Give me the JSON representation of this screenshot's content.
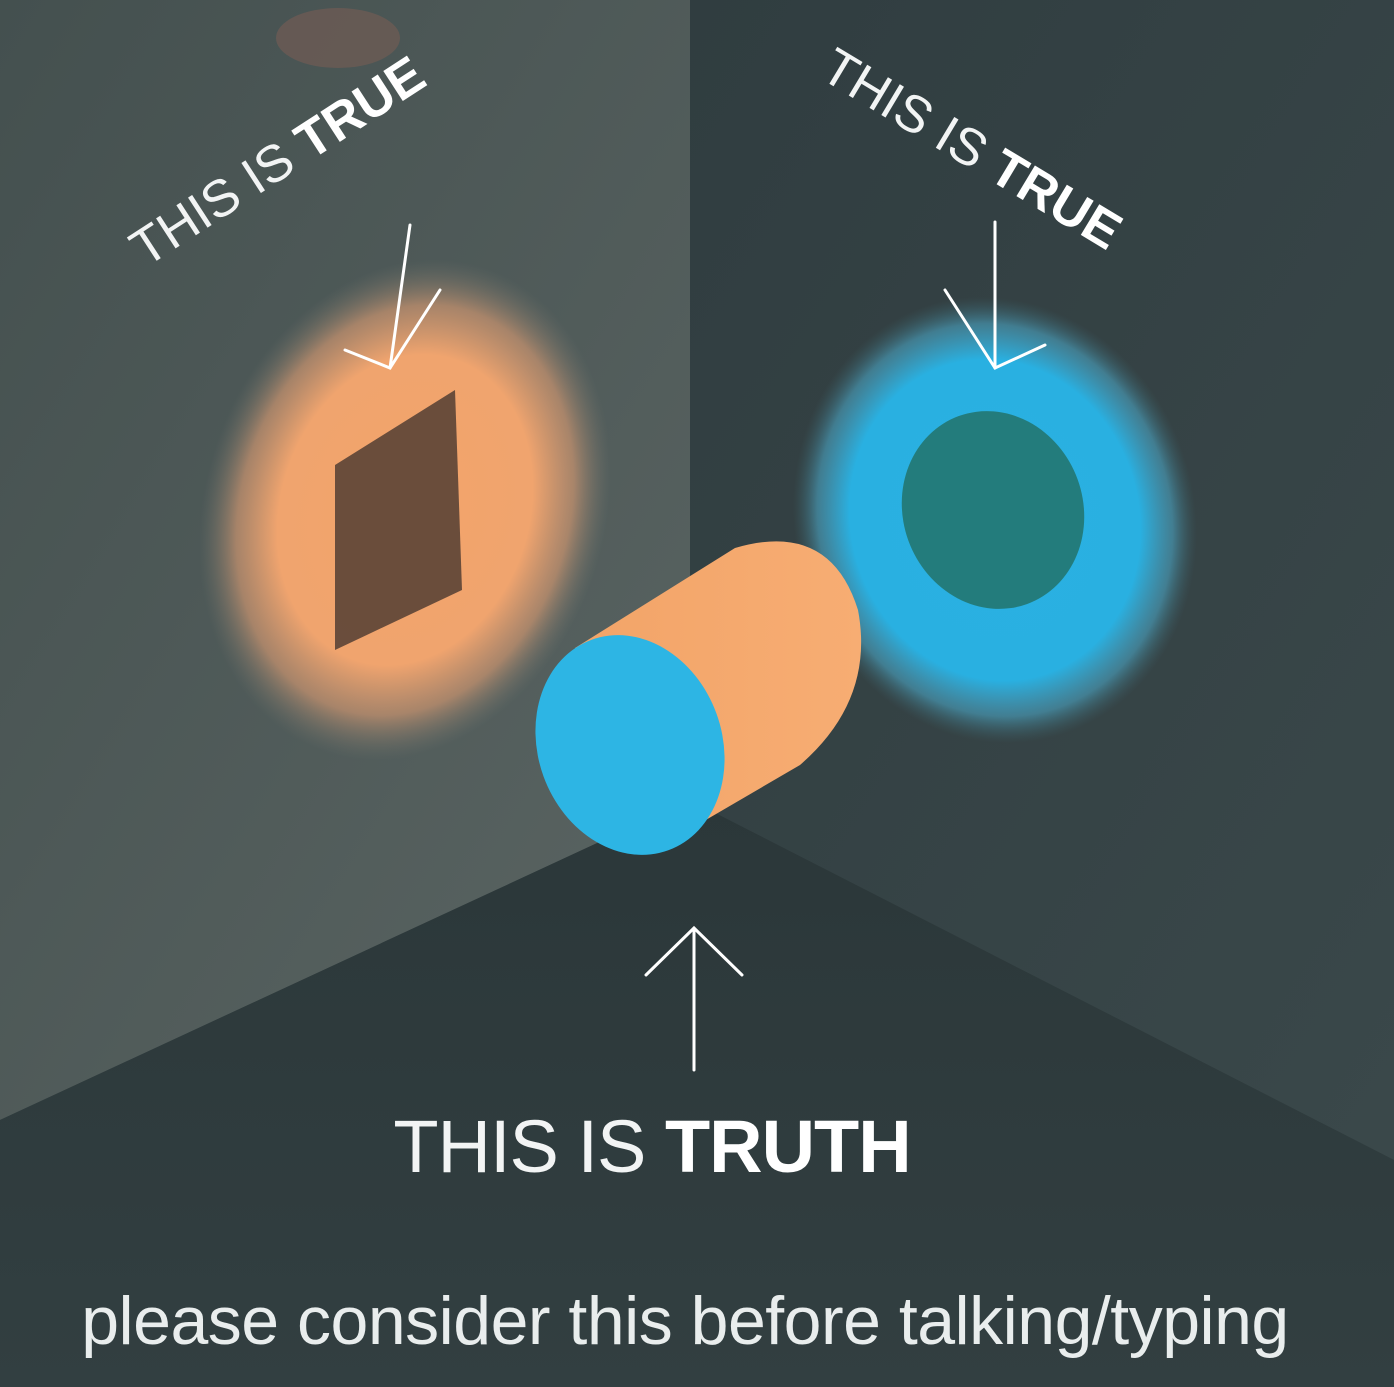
{
  "labels": {
    "left_prefix": "THIS IS ",
    "left_emphasis": "TRUE",
    "right_prefix": "THIS IS ",
    "right_emphasis": "TRUE",
    "bottom_prefix": "THIS IS ",
    "bottom_emphasis": "TRUTH"
  },
  "footer": {
    "text": "please consider this before talking/typing"
  },
  "colors": {
    "background": "#323f40",
    "orange": "#f0a46c",
    "blue": "#2fb3e3",
    "text": "#ffffff"
  },
  "icons": [
    "arrow-down-icon",
    "arrow-down-icon",
    "arrow-up-icon"
  ]
}
